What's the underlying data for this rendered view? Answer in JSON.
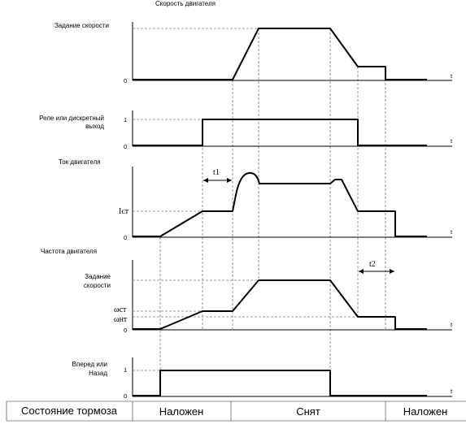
{
  "header": {
    "title": "Скорость двигателя"
  },
  "panels": {
    "speed_ref": {
      "label": "Задание скорости",
      "zero": "0",
      "t": "t"
    },
    "relay": {
      "label_line1": "Реле или дискретный",
      "label_line2": "выход",
      "one": "1",
      "zero": "0",
      "t": "t"
    },
    "current": {
      "label": "Ток двигателя",
      "ist": "Iст",
      "zero": "0",
      "t": "t",
      "t1": "t1"
    },
    "frequency": {
      "label": "Частота двигателя",
      "ref_line1": "Задание",
      "ref_line2": "скорости",
      "wst": "ωст",
      "wnt": "ωнт",
      "zero": "0",
      "t": "t",
      "t2": "t2"
    },
    "direction": {
      "label_line1": "Вперед или",
      "label_line2": "Назад",
      "one": "1",
      "zero": "0",
      "t": "t"
    }
  },
  "brake_table": {
    "header": "Состояние тормоза",
    "cells": [
      "Наложен",
      "Снят",
      "Наложен"
    ]
  }
}
